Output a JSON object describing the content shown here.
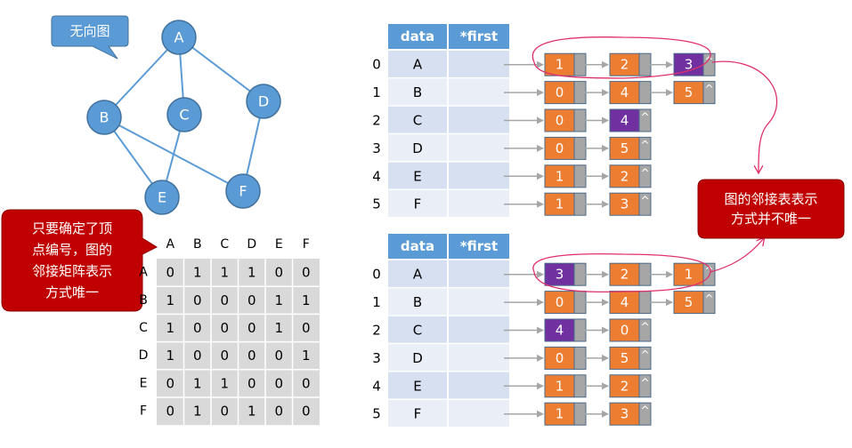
{
  "graph": {
    "label": "无向图",
    "nodes": [
      {
        "id": "A",
        "label": "A"
      },
      {
        "id": "B",
        "label": "B"
      },
      {
        "id": "C",
        "label": "C"
      },
      {
        "id": "D",
        "label": "D"
      },
      {
        "id": "E",
        "label": "E"
      },
      {
        "id": "F",
        "label": "F"
      }
    ],
    "edges": [
      [
        "A",
        "B"
      ],
      [
        "A",
        "C"
      ],
      [
        "A",
        "D"
      ],
      [
        "B",
        "E"
      ],
      [
        "B",
        "F"
      ],
      [
        "C",
        "E"
      ],
      [
        "D",
        "F"
      ]
    ]
  },
  "callouts": {
    "matrix_note": [
      "只要确定了顶",
      "点编号，图的",
      "邻接矩阵表示",
      "方式唯一"
    ],
    "list_note": [
      "图的邻接表表示",
      "方式并不唯一"
    ]
  },
  "matrix": {
    "col_labels": [
      "A",
      "B",
      "C",
      "D",
      "E",
      "F"
    ],
    "row_labels": [
      "A",
      "B",
      "C",
      "D",
      "E",
      "F"
    ],
    "values": [
      [
        0,
        1,
        1,
        1,
        0,
        0
      ],
      [
        1,
        0,
        0,
        0,
        1,
        1
      ],
      [
        1,
        0,
        0,
        0,
        1,
        0
      ],
      [
        1,
        0,
        0,
        0,
        0,
        1
      ],
      [
        0,
        1,
        1,
        0,
        0,
        0
      ],
      [
        0,
        1,
        0,
        1,
        0,
        0
      ]
    ]
  },
  "adjacency_lists": [
    {
      "headers": {
        "data": "data",
        "first": "*first"
      },
      "rows": [
        {
          "index": "0",
          "data": "A",
          "nodes": [
            {
              "v": "1",
              "c": "orange"
            },
            {
              "v": "2",
              "c": "orange"
            },
            {
              "v": "3",
              "c": "purple"
            }
          ]
        },
        {
          "index": "1",
          "data": "B",
          "nodes": [
            {
              "v": "0",
              "c": "orange"
            },
            {
              "v": "4",
              "c": "orange"
            },
            {
              "v": "5",
              "c": "orange"
            }
          ]
        },
        {
          "index": "2",
          "data": "C",
          "nodes": [
            {
              "v": "0",
              "c": "orange"
            },
            {
              "v": "4",
              "c": "purple"
            }
          ]
        },
        {
          "index": "3",
          "data": "D",
          "nodes": [
            {
              "v": "0",
              "c": "orange"
            },
            {
              "v": "5",
              "c": "orange"
            }
          ]
        },
        {
          "index": "4",
          "data": "E",
          "nodes": [
            {
              "v": "1",
              "c": "orange"
            },
            {
              "v": "2",
              "c": "orange"
            }
          ]
        },
        {
          "index": "5",
          "data": "F",
          "nodes": [
            {
              "v": "1",
              "c": "orange"
            },
            {
              "v": "3",
              "c": "orange"
            }
          ]
        }
      ]
    },
    {
      "headers": {
        "data": "data",
        "first": "*first"
      },
      "rows": [
        {
          "index": "0",
          "data": "A",
          "nodes": [
            {
              "v": "3",
              "c": "purple"
            },
            {
              "v": "2",
              "c": "orange"
            },
            {
              "v": "1",
              "c": "orange"
            }
          ]
        },
        {
          "index": "1",
          "data": "B",
          "nodes": [
            {
              "v": "0",
              "c": "orange"
            },
            {
              "v": "4",
              "c": "orange"
            },
            {
              "v": "5",
              "c": "orange"
            }
          ]
        },
        {
          "index": "2",
          "data": "C",
          "nodes": [
            {
              "v": "4",
              "c": "purple"
            },
            {
              "v": "0",
              "c": "orange"
            }
          ]
        },
        {
          "index": "3",
          "data": "D",
          "nodes": [
            {
              "v": "0",
              "c": "orange"
            },
            {
              "v": "5",
              "c": "orange"
            }
          ]
        },
        {
          "index": "4",
          "data": "E",
          "nodes": [
            {
              "v": "1",
              "c": "orange"
            },
            {
              "v": "2",
              "c": "orange"
            }
          ]
        },
        {
          "index": "5",
          "data": "F",
          "nodes": [
            {
              "v": "1",
              "c": "orange"
            },
            {
              "v": "3",
              "c": "orange"
            }
          ]
        }
      ]
    }
  ],
  "null_marker": "^",
  "colors": {
    "node_blue": "#5b9bd5",
    "header_blue": "#5b9bd5",
    "orange": "#ed7d31",
    "purple": "#7030a0",
    "pointer_gray": "#a6a6a6",
    "callout_red": "#c00000",
    "annotation_pink": "#e0306a"
  }
}
